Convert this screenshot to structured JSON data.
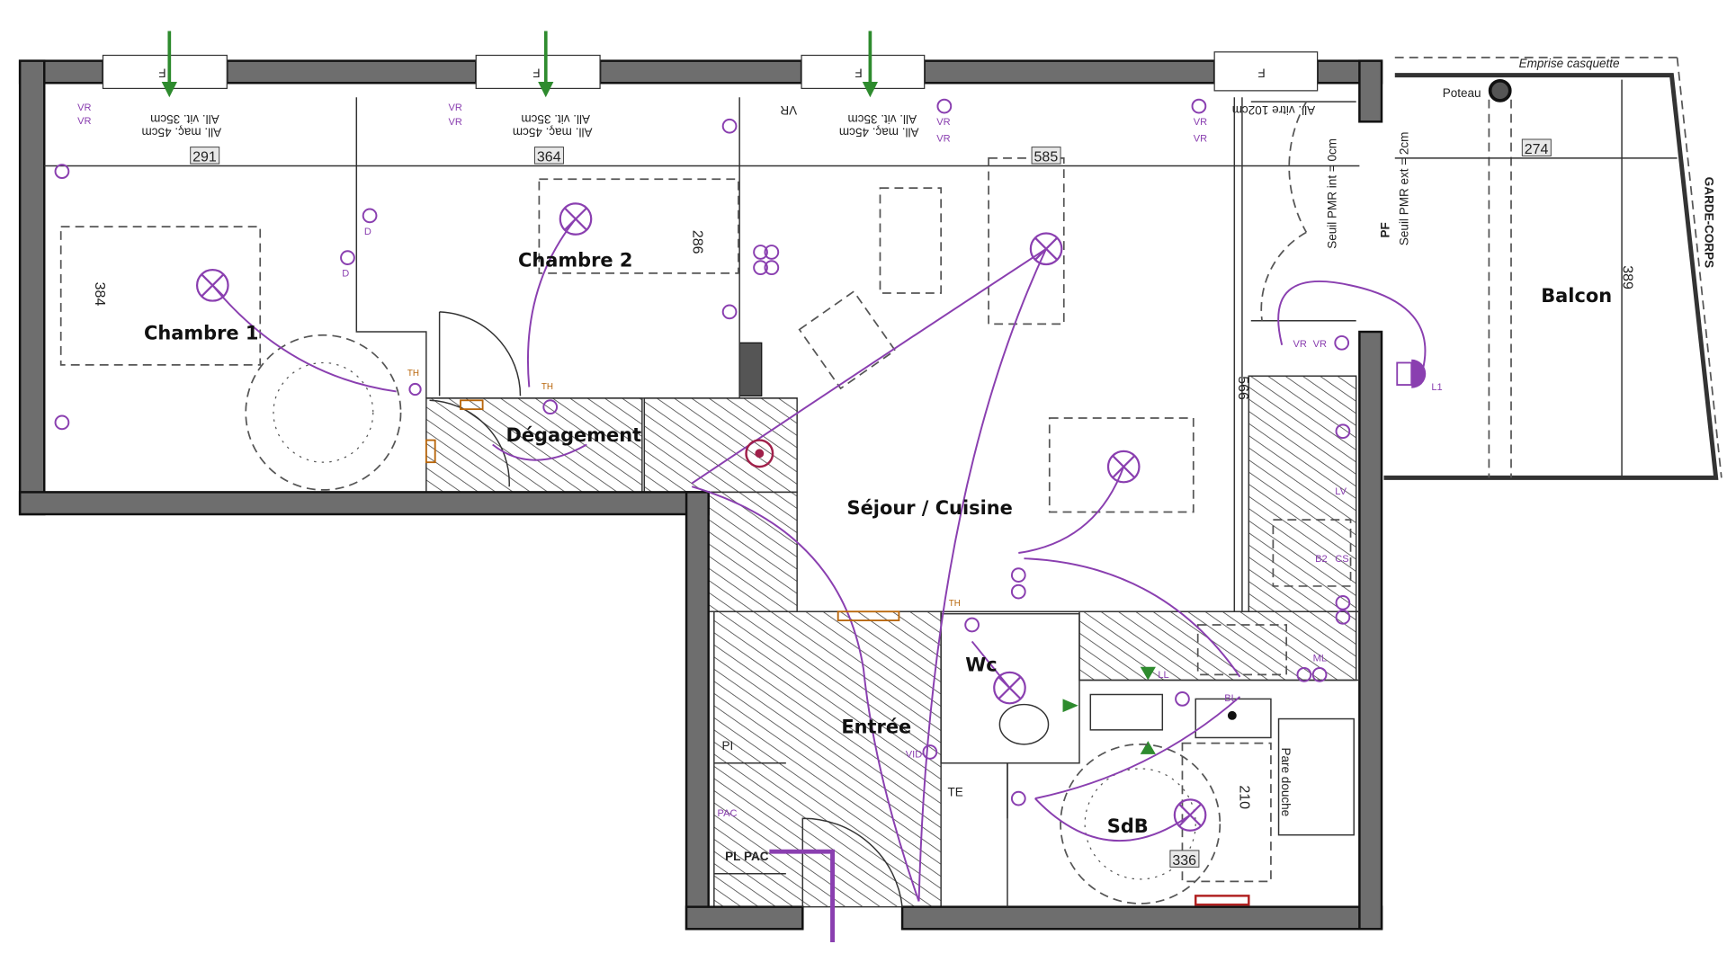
{
  "rooms": {
    "chambre1": "Chambre 1",
    "chambre2": "Chambre 2",
    "degagement": "Dégagement",
    "sejour": "Séjour / Cuisine",
    "wc": "Wc",
    "entree": "Entrée",
    "sdb": "SdB",
    "balcon": "Balcon"
  },
  "dimensions": {
    "ch1_width": "291",
    "ch1_depth": "384",
    "ch2_width": "364",
    "ch2_depth": "286",
    "sejour_width": "585",
    "sejour_depth": "566",
    "balcon_width": "274",
    "balcon_depth": "389",
    "sdb_width": "336",
    "sdb_depth": "210"
  },
  "windows": {
    "label": "F",
    "allege_mac": "All. maç. 45cm",
    "allege_vit": "All. vit. 35cm",
    "allege_vitre": "All. vitre 102cm",
    "vr": "VR"
  },
  "notes": {
    "emprise": "Emprise casquette",
    "poteau": "Poteau",
    "garde_corps": "GARDE-CORPS",
    "seuil_int": "Seuil PMR int = 0cm",
    "seuil_ext": "Seuil PMR ext = 2cm",
    "pf": "PF",
    "pi": "PI",
    "pac": "PAC",
    "pl_pac": "PL PAC",
    "te": "TE",
    "porte_douche": "Pare douche"
  },
  "symbols": {
    "th": "TH",
    "vr": "VR",
    "d": "D",
    "lv": "LV",
    "b2": "B2",
    "cs": "CS",
    "ll": "LL",
    "bl": "BL",
    "ml": "ML",
    "vid": "VID",
    "l1": "L1"
  },
  "colors": {
    "electrical": "#8a3fb0",
    "heating": "#b8660b",
    "ventilation_arrow": "#2e8b2e",
    "wall": "#6e6e6e"
  }
}
